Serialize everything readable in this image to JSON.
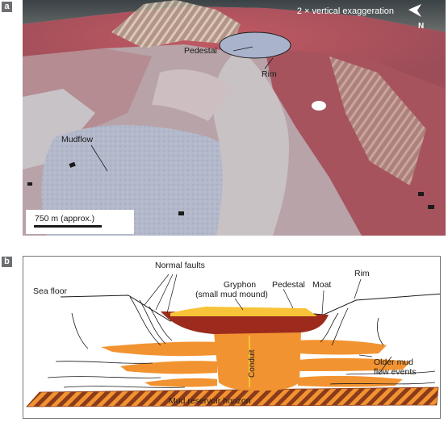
{
  "panel_a": {
    "tag": "a",
    "exaggeration": "2 × vertical exaggeration",
    "north": "N",
    "labels": {
      "pedestal": "Pedestal",
      "rim": "Rim",
      "mudflow": "Mudflow"
    },
    "scale_bar": "750 m (approx.)"
  },
  "panel_b": {
    "tag": "b",
    "labels": {
      "normal_faults": "Normal faults",
      "gryphon_1": "Gryphon",
      "gryphon_2": "(small mud mound)",
      "pedestal": "Pedestal",
      "moat": "Moat",
      "rim": "Rim",
      "sea_floor": "Sea floor",
      "conduit": "Conduit",
      "older_mud_1": "Older mud",
      "older_mud_2": "flow events",
      "reservoir": "Mud reservoir horizon"
    }
  },
  "colors": {
    "mud_orange": "#f29331",
    "dark_red": "#9c2b1d",
    "yellow": "#f8c338",
    "hatch": "#8a3b1b"
  }
}
